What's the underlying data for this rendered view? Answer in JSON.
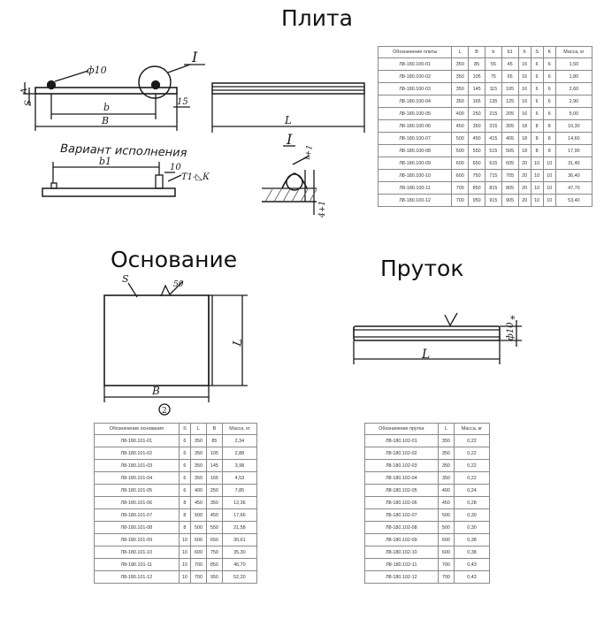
{
  "titles": {
    "plate": "Плита",
    "base": "Основание",
    "rod": "Пруток"
  },
  "drawing_labels": {
    "phi10": "ф10",
    "callout_I": "I",
    "A": "A",
    "S": "S",
    "b": "b",
    "B": "B",
    "n15": "15",
    "L": "L",
    "variant": "Вариант исполнения",
    "b1": "b1",
    "n10": "10",
    "weld": "Т1-◺К",
    "detail_I": "I",
    "t1": "t+1",
    "dim_right": "4+1",
    "base_S": "S",
    "base_roughness": "50",
    "base_L": "L",
    "base_B": "B",
    "base_num": "2",
    "rod_phi": "ф10",
    "rod_star": "*",
    "rod_l": "L"
  },
  "plate_table": {
    "headers": [
      "Обозначение плиты",
      "L",
      "B",
      "b",
      "b1",
      "h",
      "S",
      "K",
      "Масса, кг"
    ],
    "rows": [
      [
        "Л8-180.100-01",
        "350",
        "85",
        "55",
        "45",
        "16",
        "6",
        "6",
        "1,50"
      ],
      [
        "Л8-180.100-02",
        "350",
        "105",
        "75",
        "65",
        "16",
        "6",
        "6",
        "1,80"
      ],
      [
        "Л8-180.100-03",
        "350",
        "145",
        "115",
        "105",
        "16",
        "6",
        "6",
        "2,60"
      ],
      [
        "Л8-180.100-04",
        "350",
        "165",
        "135",
        "125",
        "16",
        "6",
        "6",
        "2,90"
      ],
      [
        "Л8-180.100-05",
        "400",
        "250",
        "215",
        "205",
        "16",
        "6",
        "6",
        "5,00"
      ],
      [
        "Л8-180.100-06",
        "450",
        "350",
        "315",
        "305",
        "18",
        "8",
        "8",
        "10,30"
      ],
      [
        "Л8-180.100-07",
        "500",
        "450",
        "415",
        "405",
        "18",
        "8",
        "8",
        "14,60"
      ],
      [
        "Л8-180.100-08",
        "500",
        "550",
        "515",
        "505",
        "18",
        "8",
        "8",
        "17,90"
      ],
      [
        "Л8-180.100-09",
        "600",
        "650",
        "615",
        "605",
        "20",
        "10",
        "10",
        "31,40"
      ],
      [
        "Л8-180.100-10",
        "600",
        "750",
        "715",
        "705",
        "20",
        "10",
        "10",
        "36,40"
      ],
      [
        "Л8-180.100-11",
        "700",
        "850",
        "815",
        "805",
        "20",
        "10",
        "10",
        "47,70"
      ],
      [
        "Л8-180.100-12",
        "700",
        "950",
        "915",
        "905",
        "20",
        "10",
        "10",
        "53,40"
      ]
    ]
  },
  "base_table": {
    "headers": [
      "Обозначение основания",
      "S",
      "L",
      "B",
      "Масса, кг"
    ],
    "rows": [
      [
        "Л8-180.101-01",
        "6",
        "350",
        "85",
        "2,34"
      ],
      [
        "Л8-180.101-02",
        "6",
        "350",
        "105",
        "2,88"
      ],
      [
        "Л8-180.101-03",
        "6",
        "350",
        "145",
        "3,98"
      ],
      [
        "Л8-180.101-04",
        "6",
        "350",
        "165",
        "4,53"
      ],
      [
        "Л8-180.101-05",
        "6",
        "400",
        "250",
        "7,85"
      ],
      [
        "Л8-180.101-06",
        "8",
        "450",
        "350",
        "12,36"
      ],
      [
        "Л8-180.101-07",
        "8",
        "500",
        "450",
        "17,66"
      ],
      [
        "Л8-180.101-08",
        "8",
        "500",
        "550",
        "21,58"
      ],
      [
        "Л8-180.101-09",
        "10",
        "600",
        "650",
        "30,61"
      ],
      [
        "Л8-180.101-10",
        "10",
        "600",
        "750",
        "35,30"
      ],
      [
        "Л8-180.101-11",
        "10",
        "700",
        "850",
        "46,70"
      ],
      [
        "Л8-180.101-12",
        "10",
        "700",
        "950",
        "52,20"
      ]
    ]
  },
  "rod_table": {
    "headers": [
      "Обозначение прутка",
      "L",
      "Масса, кг"
    ],
    "rows": [
      [
        "Л8-180.102-01",
        "350",
        "0,22"
      ],
      [
        "Л8-180.102-02",
        "350",
        "0,22"
      ],
      [
        "Л8-180.102-03",
        "350",
        "0,22"
      ],
      [
        "Л8-180.102-04",
        "350",
        "0,22"
      ],
      [
        "Л8-180.102-05",
        "400",
        "0,24"
      ],
      [
        "Л8-180.102-06",
        "450",
        "0,28"
      ],
      [
        "Л8-180.102-07",
        "500",
        "0,30"
      ],
      [
        "Л8-180.102-08",
        "500",
        "0,30"
      ],
      [
        "Л8-180.102-09",
        "600",
        "0,38"
      ],
      [
        "Л8-180.102-10",
        "600",
        "0,38"
      ],
      [
        "Л8-180.102-11",
        "700",
        "0,43"
      ],
      [
        "Л8-180.102-12",
        "700",
        "0,43"
      ]
    ]
  }
}
